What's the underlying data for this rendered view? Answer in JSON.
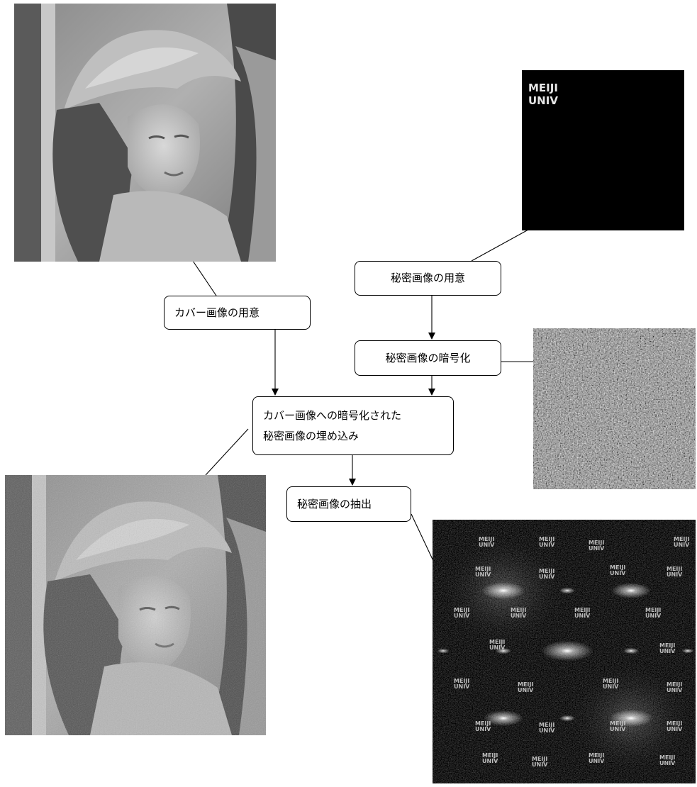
{
  "boxes": {
    "cover_prep": "カバー画像の用意",
    "secret_prep": "秘密画像の用意",
    "encrypt": "秘密画像の暗号化",
    "embed_line1": "カバー画像への暗号化された",
    "embed_line2": "秘密画像の埋め込み",
    "extract": "秘密画像の抽出"
  },
  "secret_image_text": [
    "MEIJI",
    "UNIV"
  ],
  "extracted_marks": [
    "MEIJI",
    "UNIV"
  ]
}
